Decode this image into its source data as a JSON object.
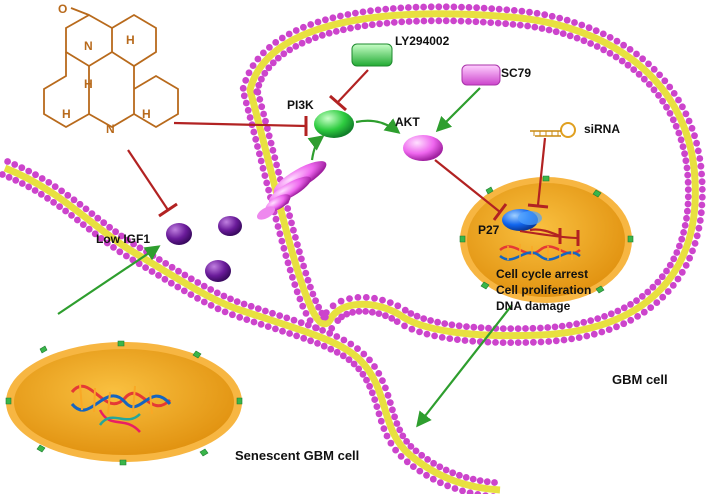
{
  "labels": {
    "ly294002": "LY294002",
    "sc79": "SC79",
    "pi3k": "PI3K",
    "akt": "AKT",
    "sirna": "siRNA",
    "p27": "P27",
    "low_igf1": "Low IGF1",
    "outcome_1": "Cell cycle arrest",
    "outcome_2": "Cell proliferation",
    "outcome_3": "DNA damage",
    "gbm_cell": "GBM cell",
    "senescent_gbm_cell": "Senescent GBM cell"
  },
  "molecule": {
    "atom_oxygen": "O",
    "atom_nitrogen_1": "N",
    "atom_nitrogen_2": "N",
    "atom_h_1": "H",
    "atom_h_2": "H",
    "atom_h_3": "H",
    "atom_h_4": "H"
  },
  "colors": {
    "membrane_head": "#cc44cc",
    "membrane_tail": "#e8e040",
    "nucleus_fill": "#f0a020",
    "nucleus_rim": "#f7b642",
    "pore_green": "#39b54a",
    "pi3k_green": "#2ecc40",
    "akt_pink": "#ee66ee",
    "p27_blue": "#1166ee",
    "igf_purple": "#6a1b9a",
    "inhibit_red": "#b22222",
    "activate_green": "#2e9e2e",
    "molecule_brown": "#b86a1c"
  }
}
